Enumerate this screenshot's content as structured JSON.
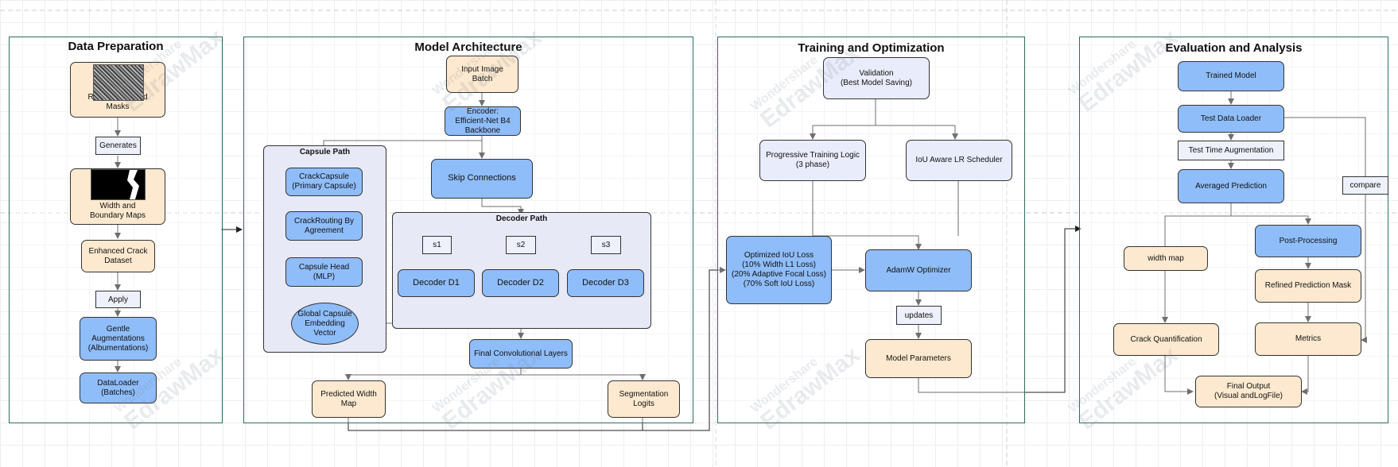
{
  "panels": {
    "data_prep": "Data Preparation",
    "model": "Model Architecture",
    "training": "Training and Optimization",
    "evaluation": "Evaluation and Analysis"
  },
  "watermark": {
    "line1": "Wondershare",
    "line2": "EdrawMax"
  },
  "data_prep": {
    "raw": "Raw Images and\nMasks",
    "generates": "Generates",
    "width_maps": "Width and\nBoundary Maps",
    "enhanced": "Enhanced Crack\nDataset",
    "apply": "Apply",
    "gentle": "Gentle\nAugmentations\n(Albumentations)",
    "dataloader": "DataLoader\n(Batches)"
  },
  "model": {
    "input": "Input Image Batch",
    "encoder": "Encoder:\nEfficient-Net B4\nBackbone",
    "capsule_path": "Capsule Path",
    "crackcapsule": "CrackCapsule\n(Primary Capsule)",
    "crackrouting": "CrackRouting By\nAgreement",
    "capsule_head": "Capsule Head\n(MLP)",
    "global": "Global Capsule\nEmbedding\nVector",
    "skip": "Skip Connections",
    "decoder_path": "Decoder Path",
    "s1": "s1",
    "s2": "s2",
    "s3": "s3",
    "d1": "Decoder D1",
    "d2": "Decoder D2",
    "d3": "Decoder D3",
    "final_conv": "Final Convolutional Layers",
    "pred_width": "Predicted Width\nMap",
    "seg_logits": "Segmentation\nLogits"
  },
  "training": {
    "validation": "Validation\n(Best Model Saving)",
    "progressive": "Progressive Training Logic\n(3 phase)",
    "iou_lr": "IoU Aware LR Scheduler",
    "optimized": "Optimized IoU Loss\n(10% Width L1 Loss)\n(20% Adaptive Focal Loss)\n(70% Soft IoU Loss)",
    "adamw": "AdamW Optimizer",
    "updates": "updates",
    "params": "Model Parameters"
  },
  "evaluation": {
    "trained": "Trained Model",
    "test_loader": "Test Data Loader",
    "tta": "Test Time Augmentation",
    "averaged": "Averaged Prediction",
    "compare": "compare",
    "width_map": "width map",
    "post": "Post-Processing",
    "refined": "Refined Prediction Mask",
    "crack_quant": "Crack Quantification",
    "metrics": "Metrics",
    "final": "Final Output\n(Visual andLogFile)"
  }
}
